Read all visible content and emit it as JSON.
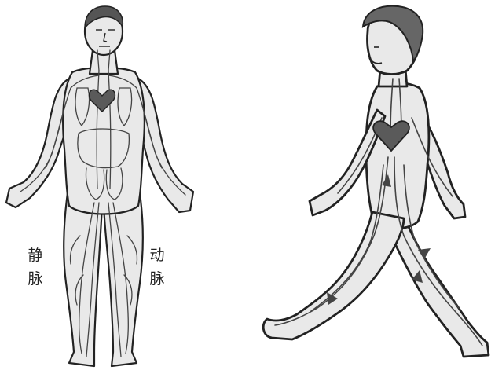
{
  "labels": {
    "vein": "静脉",
    "artery": "动脉"
  },
  "colors": {
    "ink": "#222222",
    "skin_fill": "#e9e9e9",
    "vessel": "#444444",
    "heart": "#5a5a5a",
    "background": "#ffffff"
  },
  "figures": {
    "left": "anatomical-circulatory-figure",
    "right": "walking-figure-circulation-sketch"
  }
}
